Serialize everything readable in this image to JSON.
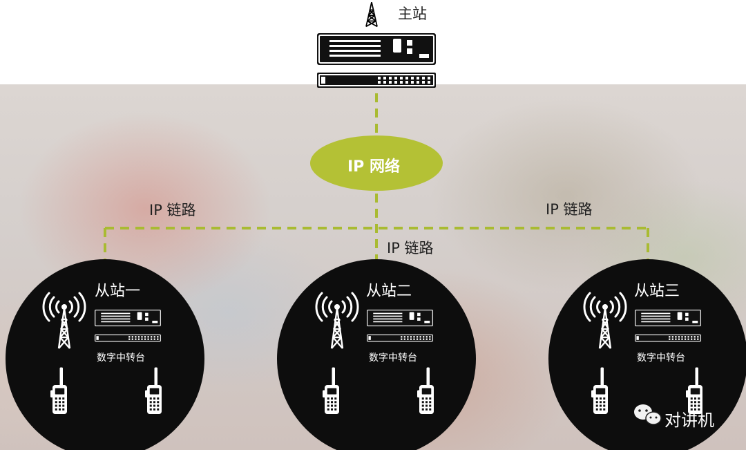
{
  "master_station": {
    "label": "主站",
    "icon": "radio-tower-icon"
  },
  "ip_network": {
    "label": "IP 网络",
    "color": "#b4c135"
  },
  "links": {
    "left": "IP 链路",
    "center": "IP 链路",
    "right": "IP 链路",
    "line_color": "#a9bb32"
  },
  "sub_stations": [
    {
      "label": "从站一",
      "repeater_label": "数字中转台"
    },
    {
      "label": "从站二",
      "repeater_label": "数字中转台"
    },
    {
      "label": "从站三",
      "repeater_label": "数字中转台"
    }
  ],
  "watermark": {
    "label": "对讲机",
    "icon": "wechat-icon"
  }
}
